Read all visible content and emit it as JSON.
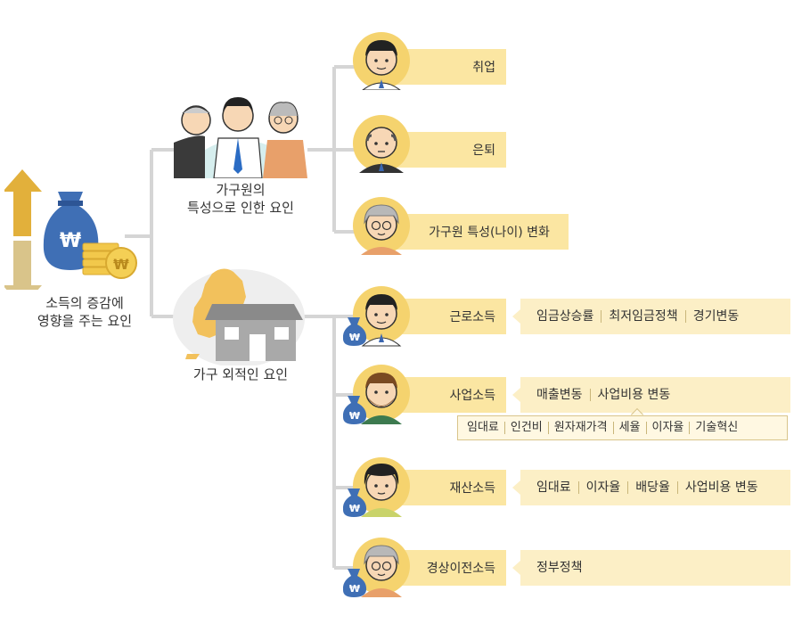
{
  "root": {
    "label_line1": "소득의 증감에",
    "label_line2": "영향을 주는 요인",
    "currency_icon": "won-sign"
  },
  "groups": {
    "household": {
      "label_line1": "가구원의",
      "label_line2": "특성으로 인한 요인"
    },
    "external": {
      "label": "가구 외적인 요인"
    }
  },
  "household_factors": [
    {
      "label": "취업"
    },
    {
      "label": "은퇴"
    },
    {
      "label": "가구원 특성(나이) 변화"
    }
  ],
  "external_factors": [
    {
      "label": "근로소득",
      "details": [
        "임금상승률",
        "최저임금정책",
        "경기변동"
      ]
    },
    {
      "label": "사업소득",
      "details": [
        "매출변동",
        "사업비용 변동"
      ],
      "sub_details": [
        "임대료",
        "인건비",
        "원자재가격",
        "세율",
        "이자율",
        "기술혁신"
      ]
    },
    {
      "label": "재산소득",
      "details": [
        "임대료",
        "이자율",
        "배당율",
        "사업비용 변동"
      ]
    },
    {
      "label": "경상이전소득",
      "details": [
        "정부정책"
      ]
    }
  ],
  "colors": {
    "pill": "#fbe6a2",
    "detail": "#fcefc6",
    "bag_blue": "#3f6fb5",
    "arrow_gold": "#e2b03b",
    "connector": "#d5d5d5"
  }
}
